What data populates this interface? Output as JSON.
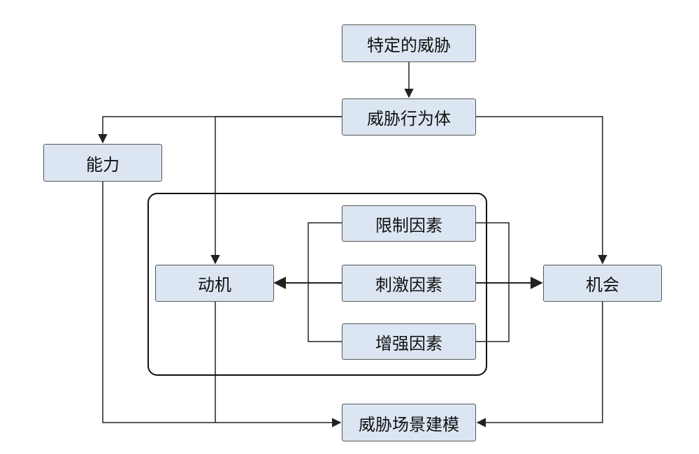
{
  "nodes": {
    "specific_threat": "特定的威胁",
    "threat_actor": "威胁行为体",
    "capability": "能力",
    "motivation": "动机",
    "opportunity": "机会",
    "limiting_factors": "限制因素",
    "stimulating_factors": "刺激因素",
    "enhancing_factors": "增强因素",
    "scenario_modeling": "威胁场景建模"
  },
  "colors": {
    "node_fill": "#dce6f2",
    "node_border": "#555555",
    "line": "#222222",
    "group_border": "#111111"
  }
}
